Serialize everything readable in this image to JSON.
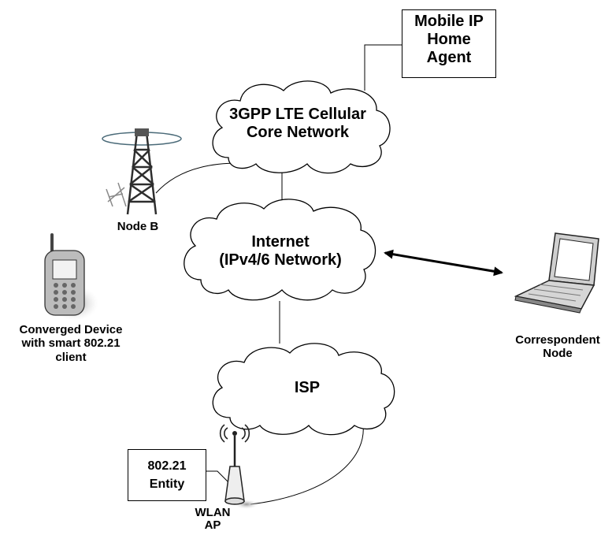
{
  "home_agent": {
    "line1": "Mobile IP",
    "line2": "Home",
    "line3": "Agent"
  },
  "core_cloud": {
    "line1": "3GPP LTE Cellular",
    "line2": "Core Network"
  },
  "internet_cloud": {
    "line1": "Internet",
    "line2": "(IPv4/6 Network)"
  },
  "isp_cloud": {
    "label": "ISP"
  },
  "node_b": {
    "label": "Node B"
  },
  "device": {
    "line1": "Converged Device",
    "line2": "with smart 802.21",
    "line3": "client"
  },
  "correspondent": {
    "line1": "Correspondent",
    "line2": "Node"
  },
  "entity": {
    "line1": "802.21",
    "line2": "Entity"
  },
  "wlan": {
    "line1": "WLAN",
    "line2": "AP"
  }
}
